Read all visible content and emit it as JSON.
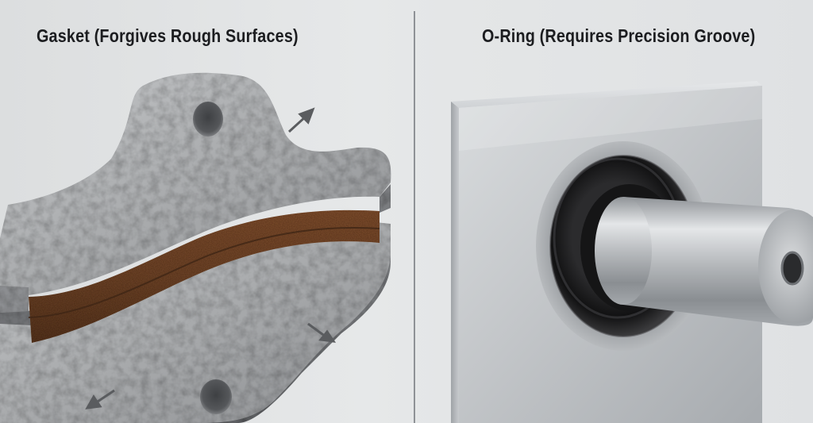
{
  "left_panel": {
    "title": "Gasket (Forgives Rough Surfaces)",
    "illustration": "rough-cast-flange-with-gasket",
    "gasket_color": "#6b4226",
    "metal_color": "#a9abad"
  },
  "right_panel": {
    "title": "O-Ring (Requires Precision Groove)",
    "illustration": "machined-block-with-oring-and-shaft",
    "oring_color": "#1b1b1c",
    "metal_color": "#c6c9cc"
  },
  "arrows": [
    "arrow-icon",
    "arrow-icon",
    "arrow-icon"
  ]
}
